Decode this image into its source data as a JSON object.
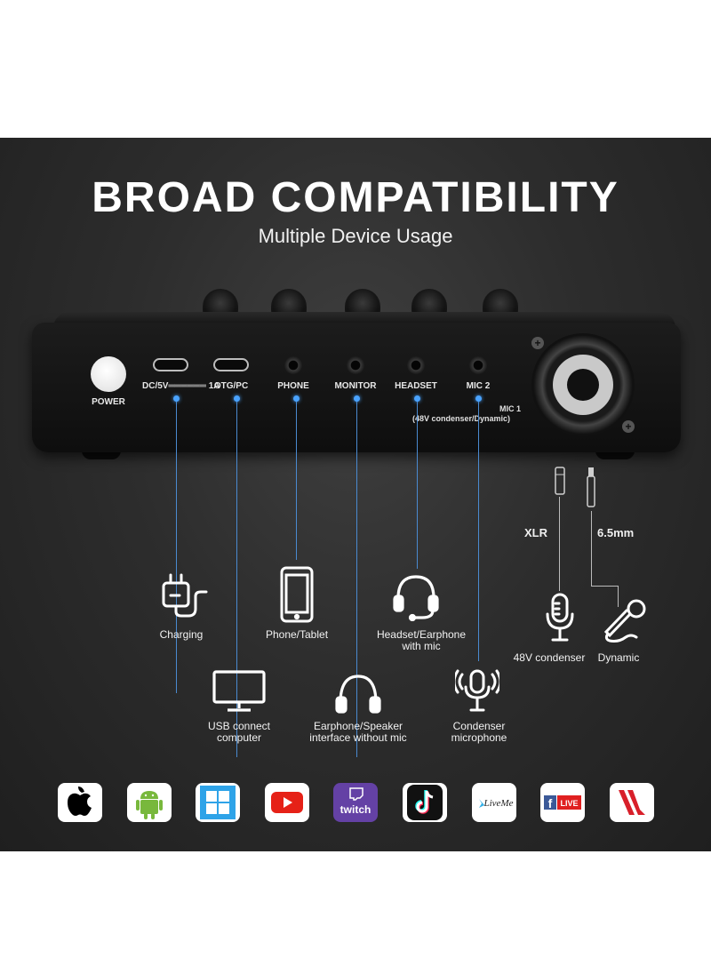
{
  "headline": "BROAD COMPATIBILITY",
  "subheadline": "Multiple Device Usage",
  "ports": {
    "power": "POWER",
    "dc": "DC/5V══════ 1A",
    "otg": "OTG/PC",
    "phone": "PHONE",
    "monitor": "MONITOR",
    "headset": "HEADSET",
    "mic2": "MIC 2",
    "mic1_line1": "MIC 1",
    "mic1_line2": "(48V condenser/Dynamic)"
  },
  "cables": {
    "xlr": "XLR",
    "jack": "6.5mm"
  },
  "uses": {
    "charging": "Charging",
    "phone_tablet": "Phone/Tablet",
    "headset_l1": "Headset/Earphone",
    "headset_l2": "with mic",
    "condenser48": "48V condenser",
    "dynamic": "Dynamic",
    "usb_l1": "USB connect",
    "usb_l2": "computer",
    "earphone_l1": "Earphone/Speaker",
    "earphone_l2": "interface without mic",
    "condenser_l1": "Condenser",
    "condenser_l2": "microphone"
  },
  "apps": [
    "apple-icon",
    "android-icon",
    "windows-icon",
    "youtube-icon",
    "twitch-icon",
    "tiktok-icon",
    "liveme-icon",
    "facebook-live-icon",
    "app-logo-icon"
  ],
  "app_text": {
    "twitch": "twitch",
    "liveme": "LiveMe",
    "fb_live": "LIVE"
  },
  "colors": {
    "accent_line": "#4a8ad0",
    "panel": "#2d2d2d"
  }
}
